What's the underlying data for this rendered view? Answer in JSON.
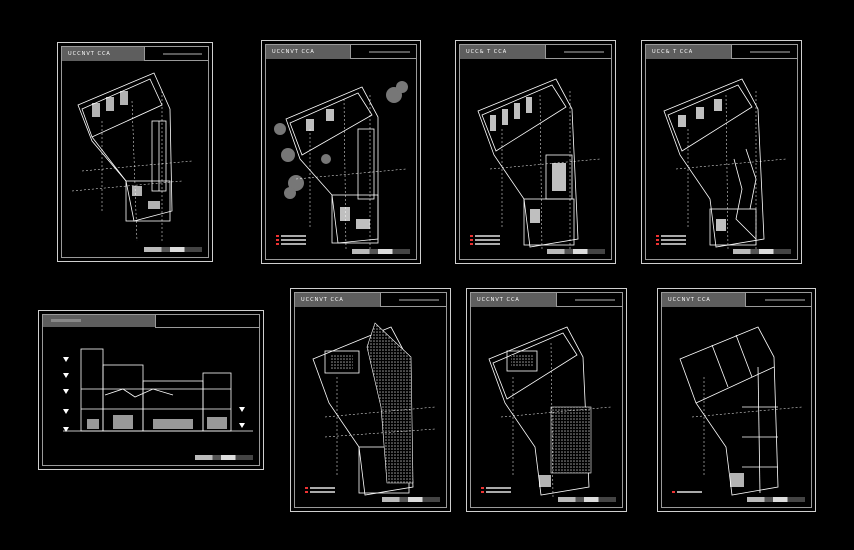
{
  "sheets": [
    {
      "id": "sheet-1",
      "title": "UCCNVT CCA",
      "variant": "a"
    },
    {
      "id": "sheet-2",
      "title": "UCCNVT CCA",
      "variant": "b"
    },
    {
      "id": "sheet-3",
      "title": "UCC& T CCA",
      "variant": "c"
    },
    {
      "id": "sheet-4",
      "title": "UCC& T CCA",
      "variant": "c"
    },
    {
      "id": "sheet-6",
      "title": "UCCNVT CCA",
      "variant": "d"
    },
    {
      "id": "sheet-7",
      "title": "UCCNVT CCA",
      "variant": "e"
    },
    {
      "id": "sheet-8",
      "title": "UCCNVT CCA",
      "variant": "f"
    }
  ],
  "elevation_sheet": {
    "id": "sheet-5"
  },
  "colors": {
    "background": "#000000",
    "line": "#ffffff",
    "frame": "#cfcfcf",
    "titlebar": "#5e5e5e",
    "hatch": "#9a9a9a",
    "accent": "#e33333"
  }
}
